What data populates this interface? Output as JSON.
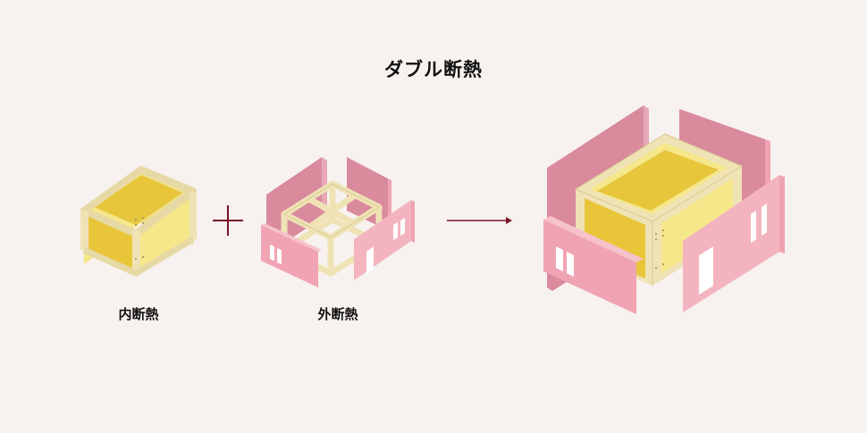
{
  "title": "ダブル断熱",
  "labels": {
    "inner": "内断熱",
    "outer": "外断熱"
  },
  "colors": {
    "background": "#f7f2ef",
    "accent": "#7a1228",
    "frame": "#efe3b6",
    "insulation": "#f6e78a",
    "panel": "#f0a3b2"
  }
}
